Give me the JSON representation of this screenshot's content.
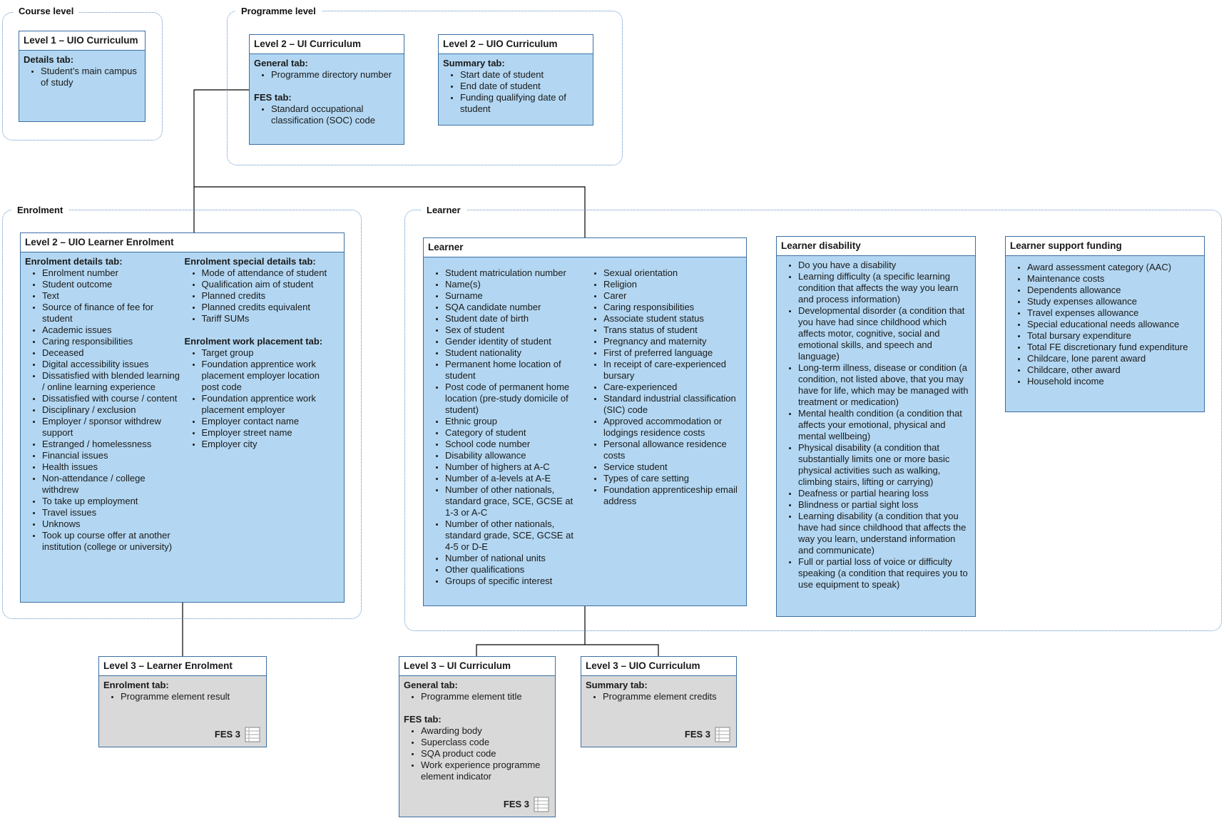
{
  "groups": {
    "course": "Course level",
    "programme": "Programme level",
    "enrolment": "Enrolment",
    "learner": "Learner"
  },
  "boxes": {
    "l1_uio": {
      "title": "Level 1 – UIO Curriculum",
      "sections": [
        {
          "title": "Details tab:",
          "items": [
            "Student’s main campus of study"
          ]
        }
      ]
    },
    "l2_ui": {
      "title": "Level 2 – UI Curriculum",
      "sections": [
        {
          "title": "General tab:",
          "items": [
            "Programme directory number"
          ]
        },
        {
          "title": "FES tab:",
          "items": [
            "Standard occupational classification (SOC) code"
          ]
        }
      ]
    },
    "l2_uio": {
      "title": "Level 2 – UIO Curriculum",
      "sections": [
        {
          "title": "Summary tab:",
          "items": [
            "Start date of student",
            "End date of student",
            "Funding qualifying date of student"
          ]
        }
      ]
    },
    "l2_enrol": {
      "title": "Level 2 – UIO Learner Enrolment",
      "col1": [
        {
          "title": "Enrolment details tab:",
          "items": [
            "Enrolment number",
            "Student outcome",
            "Text",
            "Source of finance of fee for student",
            "Academic issues",
            "Caring responsibilities",
            "Deceased",
            "Digital accessibility issues",
            "Dissatisfied with blended learning / online learning experience",
            "Dissatisfied with course / content",
            "Disciplinary / exclusion",
            "Employer / sponsor withdrew support",
            "Estranged / homelessness",
            "Financial issues",
            "Health issues",
            "Non-attendance / college withdrew",
            "To take up employment",
            "Travel issues",
            "Unknows",
            "Took up course offer at another institution (college or university)"
          ]
        }
      ],
      "col2": [
        {
          "title": "Enrolment special details tab:",
          "items": [
            "Mode of attendance of student",
            "Qualification aim of student",
            "Planned credits",
            "Planned credits equivalent",
            "Tariff SUMs"
          ]
        },
        {
          "title": "Enrolment work placement tab:",
          "items": [
            "Target group",
            "Foundation apprentice work placement employer location post code",
            "Foundation apprentice work placement employer",
            "Employer contact name",
            "Employer street name",
            "Employer city"
          ]
        }
      ]
    },
    "learner": {
      "title": "Learner",
      "col1": [
        "Student matriculation number",
        "Name(s)",
        "Surname",
        "SQA candidate number",
        "Student date of birth",
        "Sex of student",
        "Gender identity of student",
        "Student nationality",
        "Permanent home location of student",
        "Post code of permanent home location (pre-study domicile of student)",
        "Ethnic group",
        "Category of student",
        "School code number",
        "Disability allowance",
        "Number of highers at A-C",
        "Number of a-levels at A-E",
        "Number of other nationals, standard grace, SCE, GCSE at 1-3 or A-C",
        "Number of other nationals, standard grade, SCE, GCSE at 4-5 or D-E",
        "Number of national units",
        "Other qualifications",
        "Groups of specific interest"
      ],
      "col2": [
        "Sexual orientation",
        "Religion",
        "Carer",
        "Caring responsibilities",
        "Associate student status",
        "Trans status of student",
        "Pregnancy and maternity",
        "First of preferred language",
        "In receipt of care-experienced bursary",
        "Care-experienced",
        "Standard industrial classification (SIC) code",
        "Approved accommodation or lodgings residence costs",
        "Personal allowance residence costs",
        "Service student",
        "Types of care setting",
        "Foundation apprenticeship email address"
      ]
    },
    "disability": {
      "title": "Learner disability",
      "items": [
        "Do you have a disability",
        "Learning difficulty (a specific learning condition that affects the way you learn and process information)",
        "Developmental disorder (a condition that you have had since childhood which affects motor, cognitive, social and emotional skills, and speech and language)",
        "Long-term illness, disease or condition (a condition, not listed above, that you may have for life, which may be managed with treatment or medication)",
        "Mental health condition (a condition that affects your emotional, physical and mental wellbeing)",
        "Physical disability (a condition that substantially limits one or more basic physical activities such as walking, climbing stairs, lifting or carrying)",
        "Deafness or partial hearing loss",
        "Blindness or partial sight loss",
        "Learning disability (a condition that you have had since childhood that affects the way you learn, understand information and communicate)",
        "Full or partial loss of voice or difficulty speaking (a condition that requires you to use equipment to speak)"
      ]
    },
    "support": {
      "title": "Learner support funding",
      "items": [
        "Award assessment category (AAC)",
        "Maintenance costs",
        "Dependents allowance",
        "Study expenses allowance",
        "Travel expenses allowance",
        "Special educational needs allowance",
        "Total bursary expenditure",
        "Total FE discretionary fund expenditure",
        "Childcare, lone parent award",
        "Childcare, other award",
        "Household income"
      ]
    },
    "l3_enrol": {
      "title": "Level 3 – Learner Enrolment",
      "sections": [
        {
          "title": "Enrolment tab:",
          "items": [
            "Programme element result"
          ]
        }
      ],
      "fes": "FES 3"
    },
    "l3_ui": {
      "title": "Level 3 – UI Curriculum",
      "sections": [
        {
          "title": "General tab:",
          "items": [
            "Programme element title"
          ]
        },
        {
          "title": "FES tab:",
          "items": [
            "Awarding body",
            "Superclass code",
            "SQA product code",
            "Work experience programme element indicator"
          ]
        }
      ],
      "fes": "FES 3"
    },
    "l3_uio": {
      "title": "Level 3 – UIO Curriculum",
      "sections": [
        {
          "title": "Summary tab:",
          "items": [
            "Programme element credits"
          ]
        }
      ],
      "fes": "FES 3"
    }
  }
}
